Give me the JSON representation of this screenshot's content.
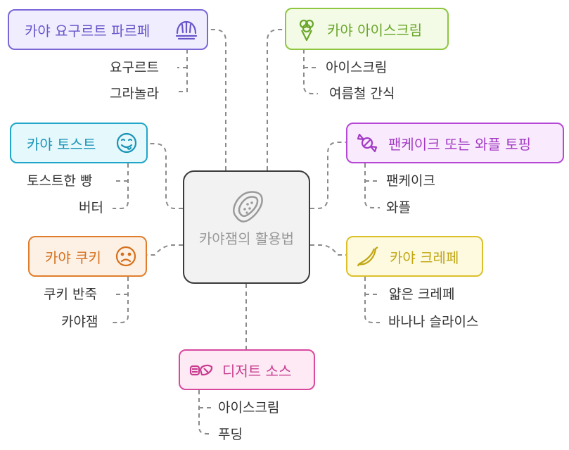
{
  "center": {
    "title": "카야잼의 활용법"
  },
  "nodes": {
    "parfait": {
      "label": "카야 요구르트 파르페",
      "items": [
        "요구르트",
        "그라놀라"
      ],
      "border": "#7b66d8",
      "fill": "#f0edff",
      "text": "#6a56c9",
      "icon": "croissant-icon"
    },
    "toast": {
      "label": "카야 토스트",
      "items": [
        "토스트한 빵",
        "버터"
      ],
      "border": "#20a6c9",
      "fill": "#e5f8fc",
      "text": "#1a94b6",
      "icon": "yum-face-icon"
    },
    "cookie": {
      "label": "카야 쿠키",
      "items": [
        "쿠키 반죽",
        "카야잼"
      ],
      "border": "#e07d2c",
      "fill": "#fdf1e6",
      "text": "#d6701c",
      "icon": "sad-face-icon"
    },
    "dessert": {
      "label": "디저트 소스",
      "items": [
        "아이스크림",
        "푸딩"
      ],
      "border": "#d8489e",
      "fill": "#fdeaf5",
      "text": "#c93c8f",
      "icon": "dessert-icon"
    },
    "icecream": {
      "label": "카야 아이스크림",
      "items": [
        "아이스크림",
        "여름철 간식"
      ],
      "border": "#8ec63f",
      "fill": "#f3fbe6",
      "text": "#6aa62a",
      "icon": "ice-cream-icon"
    },
    "pancake": {
      "label": "팬케이크 또는 와플 토핑",
      "items": [
        "팬케이크",
        "와플"
      ],
      "border": "#b548d6",
      "fill": "#f9ebfd",
      "text": "#a23ac4",
      "icon": "candy-icon"
    },
    "crepe": {
      "label": "카야 크레페",
      "items": [
        "얇은 크레페",
        "바나나 슬라이스"
      ],
      "border": "#dcc02a",
      "fill": "#fdfadf",
      "text": "#c2a512",
      "icon": "banana-icon"
    }
  }
}
